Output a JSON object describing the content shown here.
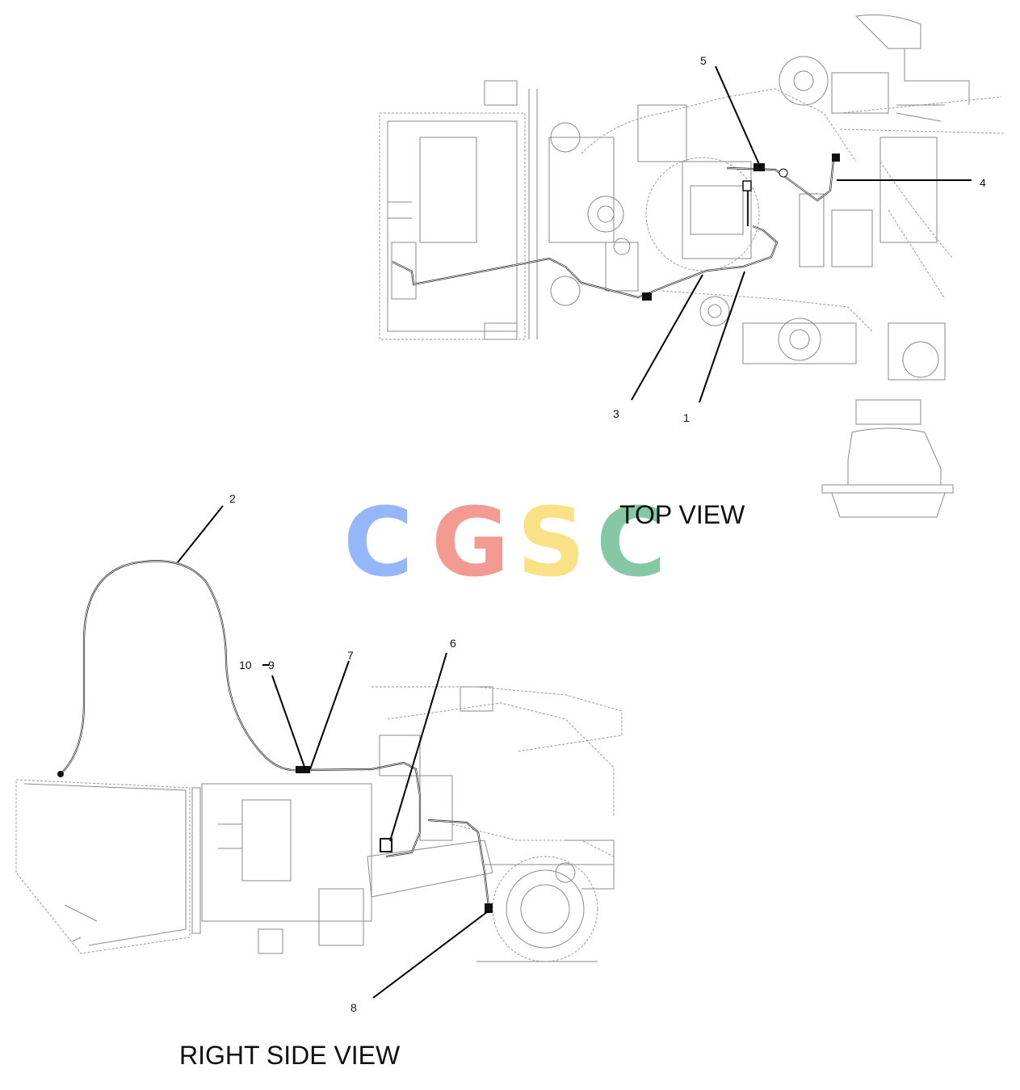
{
  "views": {
    "top": "TOP VIEW",
    "side": "RIGHT SIDE VIEW"
  },
  "callouts": {
    "c1": "1",
    "c2": "2",
    "c3": "3",
    "c4": "4",
    "c5": "5",
    "c6": "6",
    "c7": "7",
    "c8": "8",
    "c9": "9",
    "c10": "10"
  },
  "watermark": {
    "letters": [
      "C",
      "G",
      "S",
      "C"
    ],
    "colors": [
      "#8fb4fb",
      "#f3958c",
      "#fbe07f",
      "#7fc6a1"
    ]
  }
}
